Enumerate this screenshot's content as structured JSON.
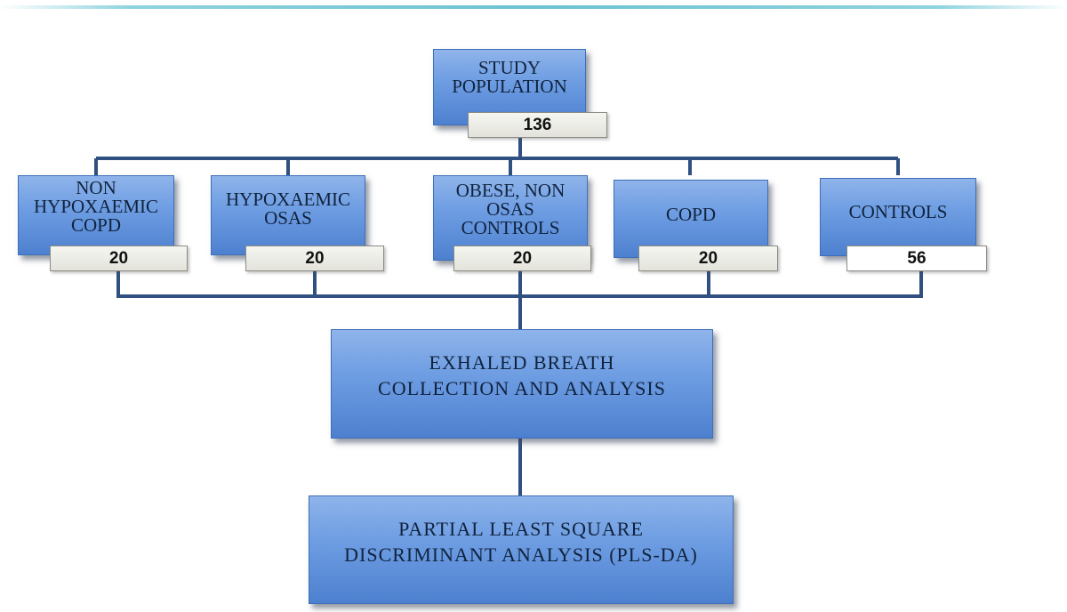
{
  "study": {
    "label": "STUDY\nPOPULATION",
    "count": "136"
  },
  "groups": [
    {
      "label": "NON\nHYPOXAEMIC\nCOPD",
      "count": "20"
    },
    {
      "label": "HYPOXAEMIC\nOSAS",
      "count": "20"
    },
    {
      "label": "OBESE, NON\nOSAS\nCONTROLS",
      "count": "20"
    },
    {
      "label": "COPD",
      "count": "20"
    },
    {
      "label": "CONTROLS",
      "count": "56"
    }
  ],
  "collection": {
    "label": "EXHALED  BREATH\nCOLLECTION  AND ANALYSIS"
  },
  "analysis": {
    "label": "PARTIAL  LEAST  SQUARE\nDISCRIMINANT  ANALYSIS  (PLS-DA)"
  },
  "colors": {
    "box_fill": "#6f9ee3",
    "connector": "#2f5080",
    "count_fill": "#ecece6",
    "rule": "#6cc3d3"
  }
}
